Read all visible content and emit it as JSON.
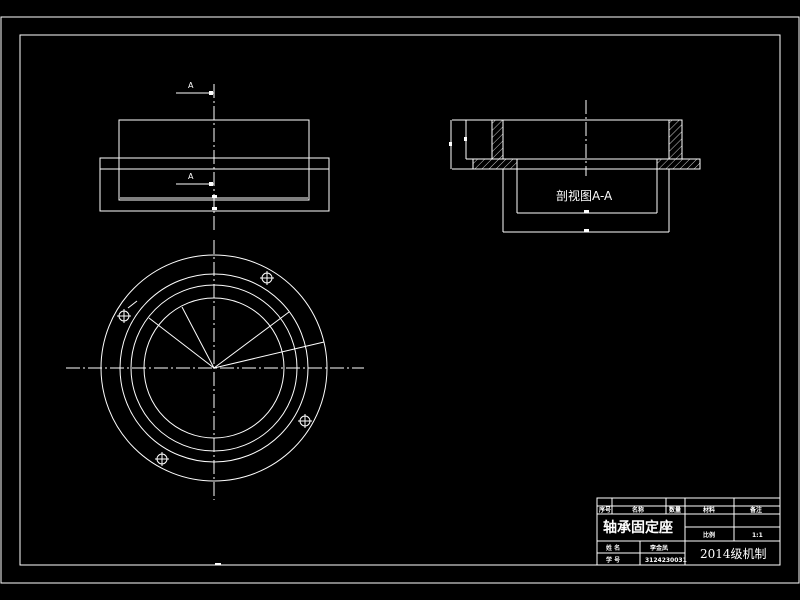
{
  "drawing": {
    "section_label": "剖视图A-A",
    "cut_marker_top": "A",
    "cut_marker_bottom": "A"
  },
  "title_block": {
    "headers": [
      "序号",
      "名称",
      "数量",
      "材料",
      "备注"
    ],
    "part_name": "轴承固定座",
    "scale_label": "比例",
    "scale_value": "1:1",
    "name_label": "姓 名",
    "name_value": "李金凤",
    "id_label": "学 号",
    "id_value": "3124230031",
    "class_label": "2014级机制"
  },
  "colors": {
    "background": "#000000",
    "lines": "#ffffff"
  }
}
